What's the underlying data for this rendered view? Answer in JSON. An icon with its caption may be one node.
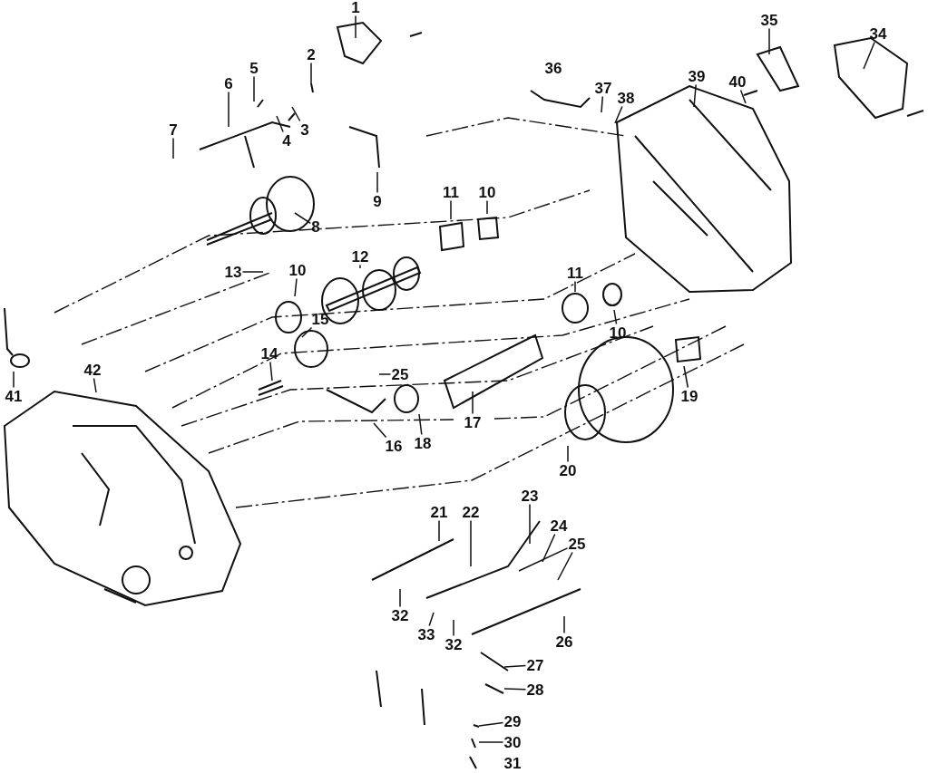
{
  "diagram": {
    "nodes": [
      {
        "text": [
          "1"
        ]
      },
      {
        "text": [
          "2"
        ]
      },
      {
        "text": [
          "35"
        ]
      },
      {
        "text": [
          "34"
        ]
      },
      {
        "text": [
          "5"
        ]
      },
      {
        "text": [
          "6"
        ]
      },
      {
        "text": [
          "39"
        ]
      },
      {
        "text": [
          "40"
        ]
      },
      {
        "text": [
          "37"
        ]
      },
      {
        "text": [
          "38"
        ]
      },
      {
        "text": [
          "3"
        ]
      },
      {
        "text": [
          "4"
        ]
      },
      {
        "text": [
          "7"
        ]
      },
      {
        "text": [
          "9"
        ]
      },
      {
        "text": [
          "11"
        ]
      },
      {
        "text": [
          "10"
        ]
      },
      {
        "text": [
          "8"
        ]
      },
      {
        "text": [
          "12"
        ]
      },
      {
        "text": [
          "13"
        ]
      },
      {
        "text": [
          "10"
        ]
      },
      {
        "text": [
          "11"
        ]
      },
      {
        "text": [
          "10"
        ]
      },
      {
        "text": [
          "15"
        ]
      },
      {
        "text": [
          "41"
        ]
      },
      {
        "text": [
          "42"
        ]
      },
      {
        "text": [
          "14"
        ]
      },
      {
        "text": [
          "25"
        ]
      },
      {
        "text": [
          "17"
        ]
      },
      {
        "text": [
          "19"
        ]
      },
      {
        "text": [
          "16"
        ]
      },
      {
        "text": [
          "18"
        ]
      },
      {
        "text": [
          "20"
        ]
      },
      {
        "text": [
          "21"
        ]
      },
      {
        "text": [
          "22"
        ]
      },
      {
        "text": [
          "23"
        ]
      },
      {
        "text": [
          "24"
        ]
      },
      {
        "text": [
          "25"
        ]
      },
      {
        "text": [
          "32"
        ]
      },
      {
        "text": [
          "26"
        ]
      },
      {
        "text": [
          "33"
        ]
      },
      {
        "text": [
          "32"
        ]
      },
      {
        "text": [
          "27"
        ]
      },
      {
        "text": [
          "28"
        ]
      },
      {
        "text": [
          "29"
        ]
      },
      {
        "text": [
          "30"
        ]
      }
    ],
    "edges": [
      {
        "from": 0,
        "to": null,
        "arrow": "none"
      },
      {
        "from": 1,
        "to": null,
        "arrow": "none"
      },
      {
        "from": 2,
        "to": null,
        "arrow": "none"
      },
      {
        "from": 3,
        "to": null,
        "arrow": "none"
      },
      {
        "from": 4,
        "to": null,
        "arrow": "none"
      },
      {
        "from": 5,
        "to": null,
        "arrow": "none"
      },
      {
        "from": 6,
        "to": null,
        "arrow": "none"
      },
      {
        "from": 7,
        "to": null,
        "arrow": "none"
      },
      {
        "from": 8,
        "to": null,
        "arrow": "none"
      },
      {
        "from": 9,
        "to": null,
        "arrow": "none"
      },
      {
        "from": 10,
        "to": null,
        "arrow": "none"
      },
      {
        "from": 11,
        "to": null,
        "arrow": "none"
      },
      {
        "from": 12,
        "to": null,
        "arrow": "none"
      },
      {
        "from": 13,
        "to": null,
        "arrow": "none"
      },
      {
        "from": 14,
        "to": null,
        "arrow": "none"
      },
      {
        "from": 15,
        "to": null,
        "arrow": "none"
      },
      {
        "from": 16,
        "to": null,
        "arrow": "none"
      },
      {
        "from": 17,
        "to": null,
        "arrow": "none"
      },
      {
        "from": 18,
        "to": null,
        "arrow": "none"
      },
      {
        "from": 19,
        "to": null,
        "arrow": "none"
      },
      {
        "from": 20,
        "to": null,
        "arrow": "none"
      },
      {
        "from": 21,
        "to": null,
        "arrow": "none"
      },
      {
        "from": 22,
        "to": null,
        "arrow": "none"
      },
      {
        "from": 23,
        "to": null,
        "arrow": "none"
      },
      {
        "from": 24,
        "to": null,
        "arrow": "none"
      },
      {
        "from": 25,
        "to": null,
        "arrow": "none"
      },
      {
        "from": 26,
        "to": null,
        "arrow": "none"
      },
      {
        "from": 27,
        "to": null,
        "arrow": "none"
      },
      {
        "from": 28,
        "to": null,
        "arrow": "none"
      },
      {
        "from": 29,
        "to": null,
        "arrow": "none"
      },
      {
        "from": 30,
        "to": null,
        "arrow": "none"
      },
      {
        "from": 31,
        "to": null,
        "arrow": "none"
      },
      {
        "from": 32,
        "to": null,
        "arrow": "none"
      },
      {
        "from": 33,
        "to": null,
        "arrow": "none"
      },
      {
        "from": 34,
        "to": null,
        "arrow": "none"
      },
      {
        "from": 35,
        "to": null,
        "arrow": "none"
      },
      {
        "from": 36,
        "to": null,
        "arrow": "none"
      },
      {
        "from": 36,
        "to": null,
        "arrow": "none"
      },
      {
        "from": 37,
        "to": null,
        "arrow": "none"
      },
      {
        "from": 38,
        "to": null,
        "arrow": "none"
      },
      {
        "from": 39,
        "to": null,
        "arrow": "none"
      },
      {
        "from": 40,
        "to": null,
        "arrow": "none"
      },
      {
        "from": 41,
        "to": null,
        "arrow": "none"
      },
      {
        "from": 42,
        "to": null,
        "arrow": "none"
      },
      {
        "from": 43,
        "to": null,
        "arrow": "none"
      },
      {
        "from": 44,
        "to": null,
        "arrow": "none"
      }
    ],
    "labels": [
      "36",
      "31"
    ]
  }
}
